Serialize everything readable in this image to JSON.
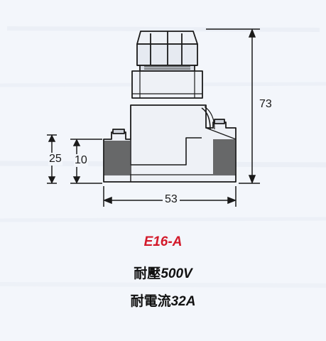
{
  "drawing": {
    "dimensions": {
      "total_height": "73",
      "base_height": "25",
      "terminal_height": "10",
      "base_width": "53"
    }
  },
  "caption": {
    "model": "E16-A",
    "voltage_label": "耐壓",
    "voltage_value": "500V",
    "current_label": "耐電流",
    "current_value": "32A"
  },
  "colors": {
    "model_text": "#d3192a",
    "line": "#1a1a1a",
    "background": "#f3f6fb"
  }
}
